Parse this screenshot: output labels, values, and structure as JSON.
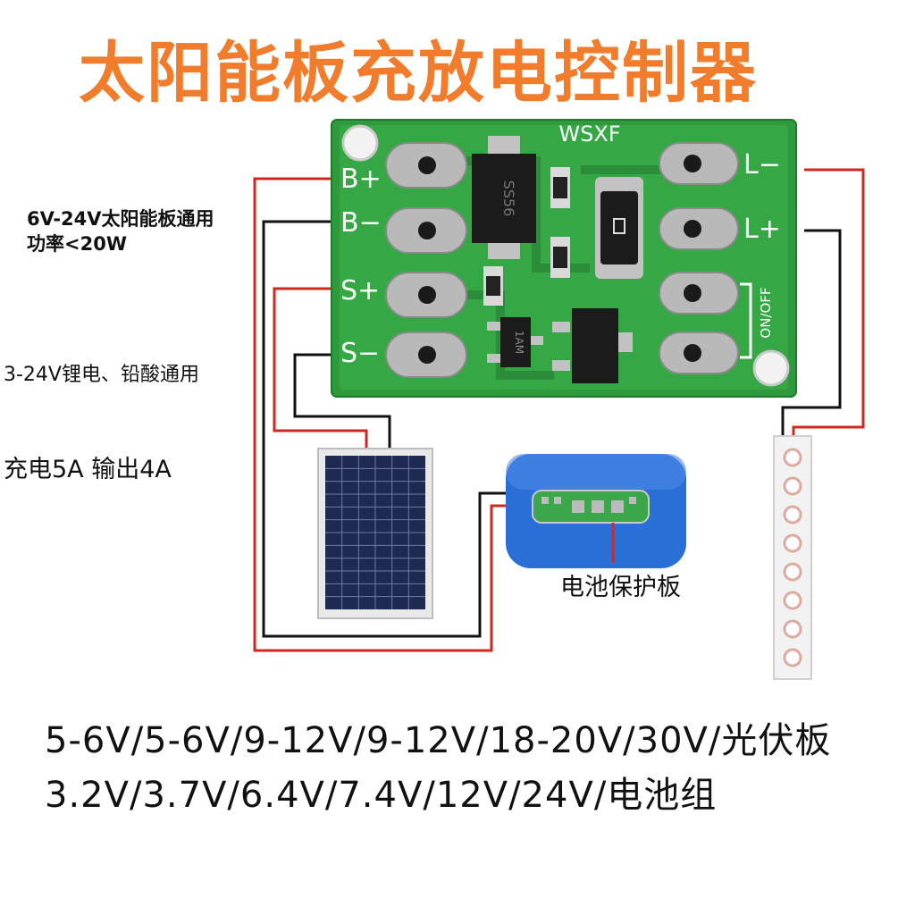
{
  "title": "太阳能板充放电控制器",
  "board": {
    "brand": "WSXF",
    "pins_left": [
      "B+",
      "B−",
      "S+",
      "S−"
    ],
    "pins_right": [
      "L−",
      "L+"
    ],
    "switch_label": "ON/OFF",
    "component_marks": [
      "SS56",
      "1AM"
    ]
  },
  "notes": {
    "solar_line1": "6V-24V太阳能板通用",
    "solar_line2": "功率<20W",
    "battery_types": "3-24V锂电、铅酸通用",
    "current": "充电5A 输出4A"
  },
  "callouts": {
    "bms": "电池保护板"
  },
  "specs": {
    "solar_panel": "5-6V/5-6V/9-12V/9-12V/18-20V/30V/光伏板",
    "battery_pack": "3.2V/3.7V/6.4V/7.4V/12V/24V/电池组"
  },
  "colors": {
    "title": "#f07c2c",
    "pcb": "#2f9a3c",
    "wire_red": "#d0281f",
    "wire_black": "#111111",
    "battery": "#2a6fd6"
  }
}
